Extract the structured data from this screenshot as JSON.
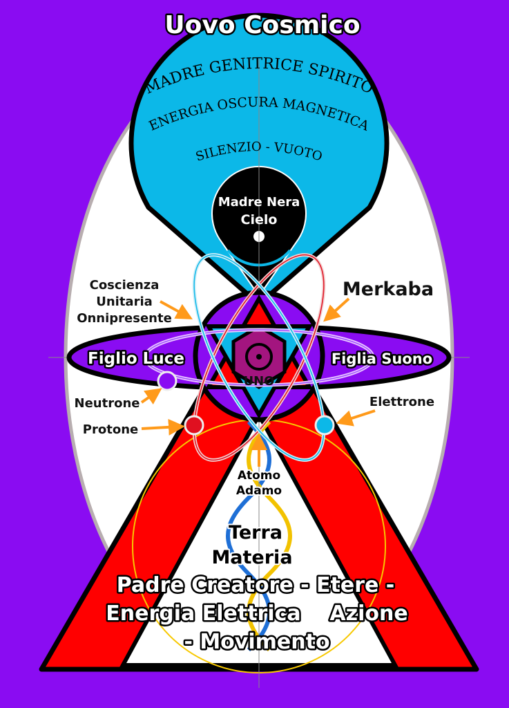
{
  "title": "Uovo Cosmico",
  "arc_texts": {
    "line1": "MADRE GENITRICE SPIRITO",
    "line2": "ENERGIA OSCURA MAGNETICA",
    "line3": "SILENZIO - VUOTO"
  },
  "inner": {
    "line1": "Madre Nera",
    "line2": "Cielo"
  },
  "labels": {
    "coscienza": [
      "Coscienza",
      "Unitaria",
      "Onnipresente"
    ],
    "merkaba": "Merkaba",
    "figlio_luce": "Figlio Luce",
    "figlia_suono": "Figlia Suono",
    "uno": "UNO",
    "neutrone": "Neutrone",
    "protone": "Protone",
    "elettrone": "Elettrone",
    "atomo": [
      "Atomo",
      "Adamo"
    ]
  },
  "bottom": {
    "terra": "Terra",
    "materia": "Materia",
    "line1": "Padre Creatore - Etere -",
    "line2": "Energia Elettrica    Azione",
    "line3": "- Movimento"
  },
  "colors": {
    "background": "#8a0cf2",
    "blue": "#0cb8e8",
    "red": "#ff0000",
    "purple": "#8a0cf2",
    "magenta": "#a3157f",
    "arrow": "#ff9a1a"
  }
}
